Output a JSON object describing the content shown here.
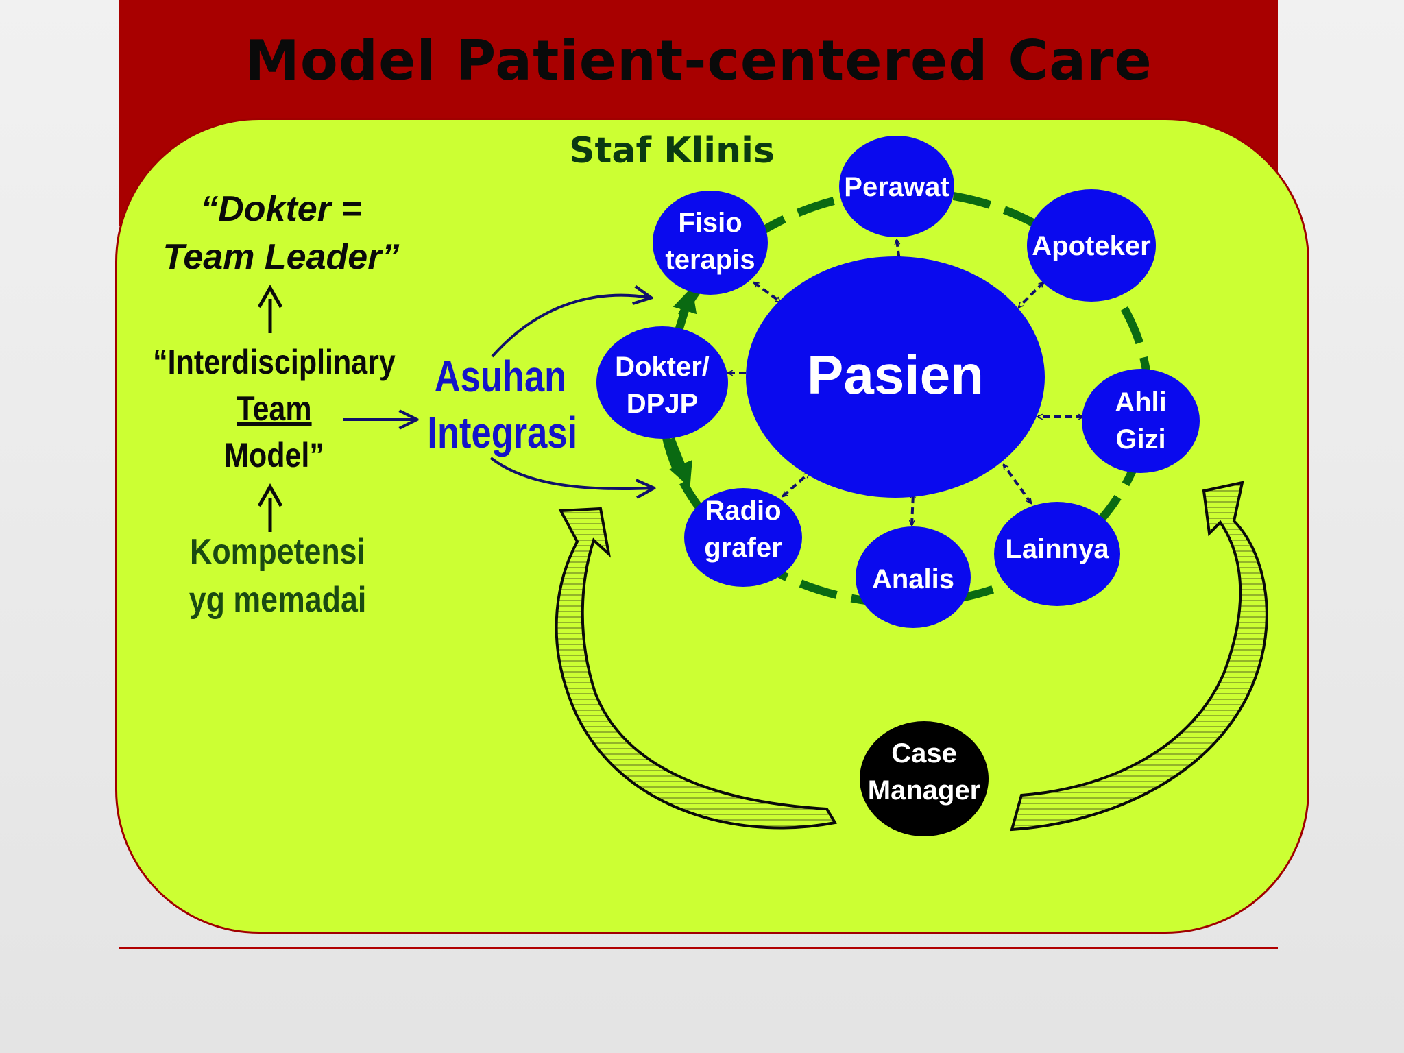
{
  "title": "Model Patient-centered Care",
  "staf_klinis": "Staf Klinis",
  "dokter_team_leader": {
    "line1": "“Dokter =",
    "line2": "Team Leader”"
  },
  "interdisciplinary": {
    "line1": "“Interdisciplinary",
    "line2": "Team",
    "line3": "Model”"
  },
  "kompetensi": {
    "line1": "Kompetensi",
    "line2": "yg memadai"
  },
  "asuhan_integrasi": {
    "line1": "Asuhan",
    "line2": "Integrasi"
  },
  "pasien": "Pasien",
  "nodes": {
    "perawat": "Perawat",
    "fisioterapis": {
      "line1": "Fisio",
      "line2": "terapis"
    },
    "apoteker": "Apoteker",
    "dokter_dpjp": {
      "line1": "Dokter/",
      "line2": "DPJP"
    },
    "ahli_gizi": {
      "line1": "Ahli",
      "line2": "Gizi"
    },
    "radiografer": {
      "line1": "Radio",
      "line2": "grafer"
    },
    "analis": "Analis",
    "lainnya": "Lainnya"
  },
  "case_manager": {
    "line1": "Case",
    "line2": "Manager"
  },
  "colors": {
    "title_band": "#a80000",
    "panel": "#ccff33",
    "node_blue": "#0a0aee",
    "ring_green": "#0a6a12",
    "case_manager": "#000000"
  }
}
